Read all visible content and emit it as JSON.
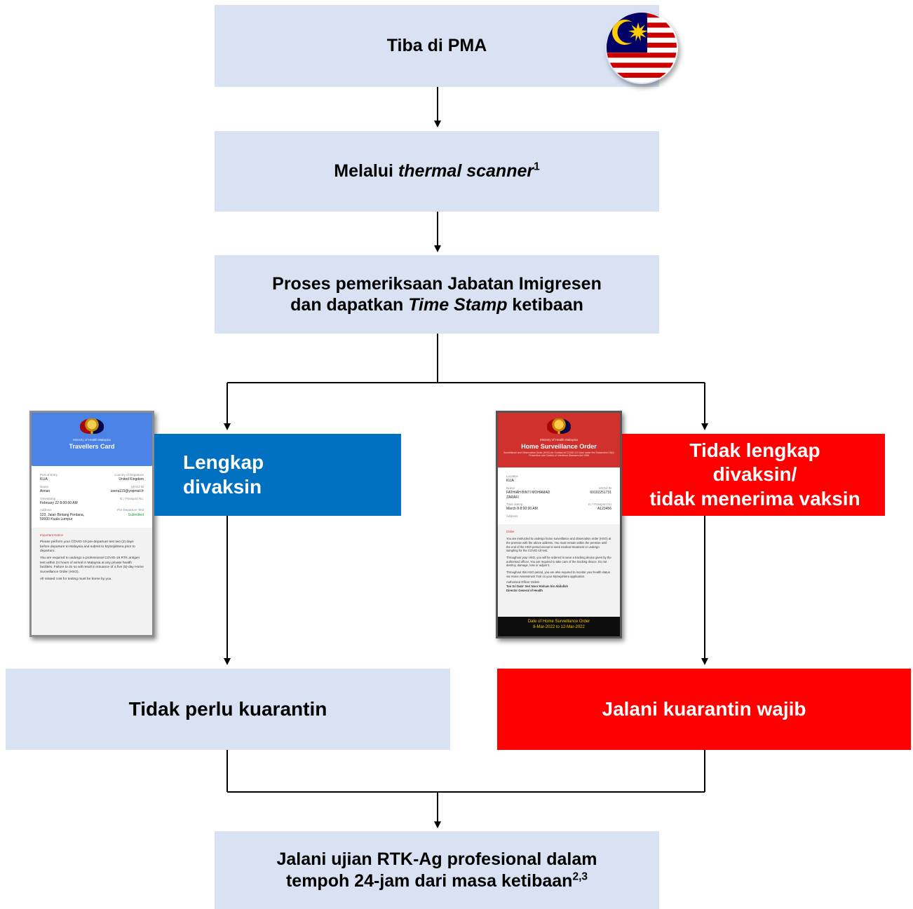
{
  "nodes": {
    "arrive": {
      "label": "Tiba di PMA"
    },
    "scanner": {
      "text_pre": "Melalui ",
      "text_italic": "thermal scanner",
      "sup": "1"
    },
    "immigration": {
      "line1": "Proses pemeriksaan Jabatan Imigresen",
      "line2_pre": "dan dapatkan ",
      "line2_italic": "Time Stamp",
      "line2_post": " ketibaan"
    },
    "vaccinated": {
      "line1": "Lengkap",
      "line2": "divaksin"
    },
    "not_vaccinated": {
      "line1": "Tidak lengkap",
      "line2": "divaksin/",
      "line3": "tidak menerima vaksin"
    },
    "no_quarantine": {
      "label": "Tidak perlu kuarantin"
    },
    "mandatory_quarantine": {
      "label": "Jalani kuarantin wajib"
    },
    "rtk_test": {
      "line1": "Jalani ujian RTK-Ag profesional dalam",
      "line2": "tempoh 24-jam dari masa ketibaan",
      "sup": "2,3"
    }
  },
  "travellers_card": {
    "ministry": "Ministry of Health Malaysia",
    "title": "Travellers Card",
    "fields": {
      "port_label": "Port of Entry",
      "port_value": "KLIA",
      "country_label": "Country of Departure",
      "country_value": "United Kingdom",
      "name_label": "Name",
      "name_value": "Aiman",
      "mysj_label": "MYSJ ID",
      "mysj_value": "usera110@yopmail.fr",
      "timestamp_label": "Timestamp",
      "timestamp_value": "February 22 8:00:00 AM",
      "ic_label": "IC / Passport No.",
      "address_label": "Address",
      "address_value_1": "123, Jalan Bintang Perdana,",
      "address_value_2": "50000 Kuala Lumpur",
      "pretest_label": "Pre-Departure Test",
      "pretest_value": "Submitted"
    },
    "notice_title": "Important Notice",
    "notice_1": "Please perform your COVID-19 pre-departure test two (2) days before departure to Malaysia and submit to MySejahtera prior to departure.",
    "notice_2": "You are required to undergo a professional COVID-19 RTK antigen test within 24 hours of arrival in Malaysia at any private health facilities. Failure to do so will result in issuance of a five (5)-day Home Surveillance Order (HSO).",
    "notice_3": "All related cost for testing must be borne by you."
  },
  "hso_card": {
    "ministry": "Ministry of Health Malaysia",
    "title": "Home Surveillance Order",
    "subtitle": "Surveillance and Observation Order (HSO) for Contact of COVID-19 Case under the Subsection 15(1) Prevention and Control of Infectious Diseases Act 1988",
    "fields": {
      "location_label": "Location",
      "location_value": "KLIA",
      "name_label": "Name",
      "name_value_1": "FATHIAH BINTI MOHAMAD",
      "name_value_2": "ZARAFI",
      "mysj_label": "MYSJ ID",
      "mysj_value": "60102251731",
      "time_label": "Time stamp",
      "time_value": "March 8 8:00:00 AM",
      "ic_label": "IC / Passport No",
      "ic_value": "A123456",
      "address_label": "Address"
    },
    "order_title": "Order",
    "order_1": "You are instructed to undergo home surveillance and observation order (HSO) at the premise with the above address. You must remain within the premise until the end of the HSO period except to seek medical treatment or undergo sampling for the COVID-19 test.",
    "order_2": "Throughout your HSO, you will be ordered to wear a tracking device given by the authorised officer. You are required to take care of the tracking device. Do not destroy, damage, lose or adjust it.",
    "order_3": "Throughout this HSO period, you are also required to monitor your health status via Home Assessment Tool on your MySejahtera application.",
    "officer_1": "Authorised Officer Orders",
    "officer_2": "Tan Sri Dato' Seri Noor Hisham bin Abdullah",
    "officer_3": "Director General of Health",
    "footer_1": "Date of Home Surveillance Order",
    "footer_2": "8-Mar-2022 to 12-Mar-2022"
  },
  "colors": {
    "light_box": "#d9e2f2",
    "blue_box": "#0070c0",
    "red_box": "#ff0000",
    "arrow": "#000000"
  }
}
